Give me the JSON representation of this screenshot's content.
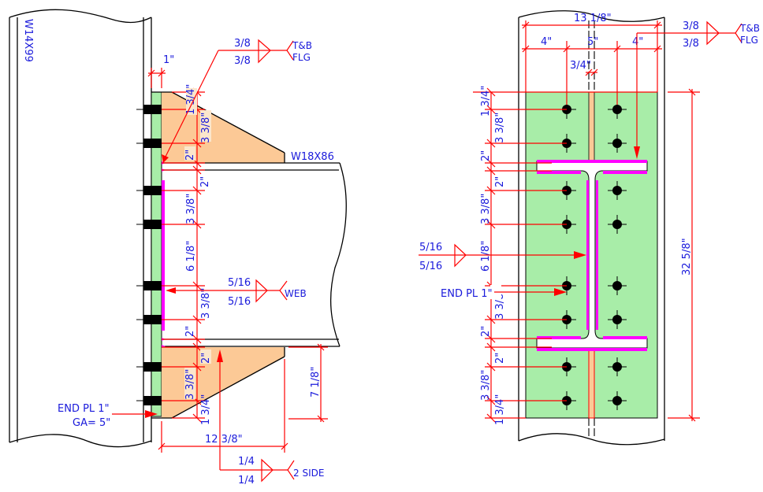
{
  "colors": {
    "dimension": "#ff0000",
    "text": "#1a1adb",
    "end_plate": "#a8eda8",
    "stiffener": "#fcc996",
    "weld": "#ff00ff",
    "bolt": "#000000",
    "outline": "#000000"
  },
  "left_view": {
    "column_label": "W14X99",
    "beam_label": "W18X86",
    "plate_thickness_dim": "1\"",
    "flange_weld": {
      "top": "3/8",
      "bottom": "3/8",
      "tail_line1": "T&B",
      "tail_line2": "FLG"
    },
    "web_weld": {
      "top": "5/16",
      "bottom": "5/16",
      "tail": "WEB"
    },
    "stiffener_weld": {
      "top": "1/4",
      "bottom": "1/4",
      "tail": "2 SIDE"
    },
    "end_plate_note_line1": "END PL 1\"",
    "end_plate_note_line2": "GA= 5\"",
    "vertical_dims": [
      "1 3/4\"",
      "3 3/8\"",
      "2\"",
      "2\"",
      "3 3/8\"",
      "6 1/8\"",
      "3 3/8\"",
      "2\"",
      "2\"",
      "3 3/8\"",
      "1 3/4\""
    ],
    "stiffener_length_dim": "12 3/8\"",
    "stiffener_height_dim": "7 1/8\""
  },
  "right_view": {
    "overall_width_dim": "13 1/8\"",
    "edge_dim_left": "4\"",
    "gage_dim": "5\"",
    "edge_dim_right": "4\"",
    "stiffener_thickness_dim": "3/4\"",
    "flange_weld": {
      "top": "3/8",
      "bottom": "3/8",
      "tail_line1": "T&B",
      "tail_line2": "FLG"
    },
    "web_weld": {
      "top": "5/16",
      "bottom": "5/16"
    },
    "end_plate_note": "END PL 1\"",
    "vertical_dims": [
      "1 3/4\"",
      "3 3/8\"",
      "2\"",
      "2\"",
      "3 3/8\"",
      "6 1/8\"",
      "3 3/8\"",
      "2\"",
      "2\"",
      "3 3/8\"",
      "1 3/4\""
    ],
    "overall_height_dim": "32 5/8\""
  }
}
